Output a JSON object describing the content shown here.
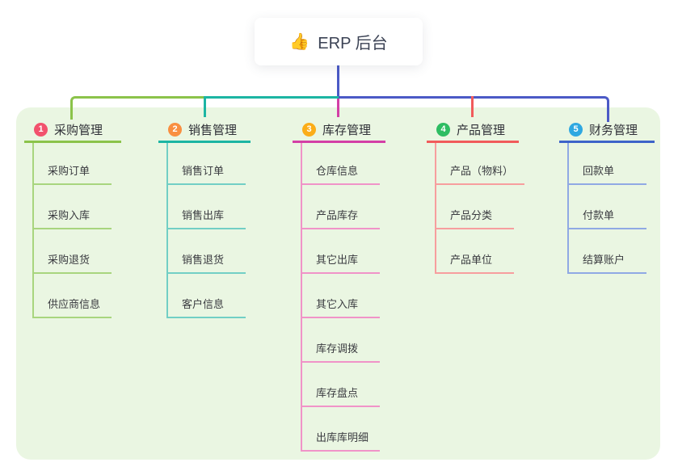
{
  "root": {
    "icon": "👍",
    "title": "ERP 后台"
  },
  "colors": {
    "trunk_line": "#4b5ac6",
    "panel_bg": "#eaf6e2",
    "card_bg": "#ffffff",
    "header_text": "#2f3037",
    "child_text": "#3a3b40"
  },
  "branches": [
    {
      "index": "1",
      "label": "采购管理",
      "badge_color": "#f2526d",
      "line_color": "#8bc34a",
      "tint_color": "#a8d57e",
      "children": [
        "采购订单",
        "采购入库",
        "采购退货",
        "供应商信息"
      ]
    },
    {
      "index": "2",
      "label": "销售管理",
      "badge_color": "#f98f40",
      "line_color": "#1cb5a3",
      "tint_color": "#72cfc5",
      "children": [
        "销售订单",
        "销售出库",
        "销售退货",
        "客户信息"
      ]
    },
    {
      "index": "3",
      "label": "库存管理",
      "badge_color": "#fbad18",
      "line_color": "#d33fa6",
      "tint_color": "#f093c8",
      "children": [
        "仓库信息",
        "产品库存",
        "其它出库",
        "其它入库",
        "库存调拨",
        "库存盘点",
        "出库库明细"
      ]
    },
    {
      "index": "4",
      "label": "产品管理",
      "badge_color": "#2ebd62",
      "line_color": "#f15b5b",
      "tint_color": "#f79e9e",
      "children": [
        "产品（物料）",
        "产品分类",
        "产品单位"
      ]
    },
    {
      "index": "5",
      "label": "财务管理",
      "badge_color": "#2fa8e1",
      "line_color": "#3d63c9",
      "tint_color": "#90a9e4",
      "children": [
        "回款单",
        "付款单",
        "结算账户"
      ]
    }
  ]
}
